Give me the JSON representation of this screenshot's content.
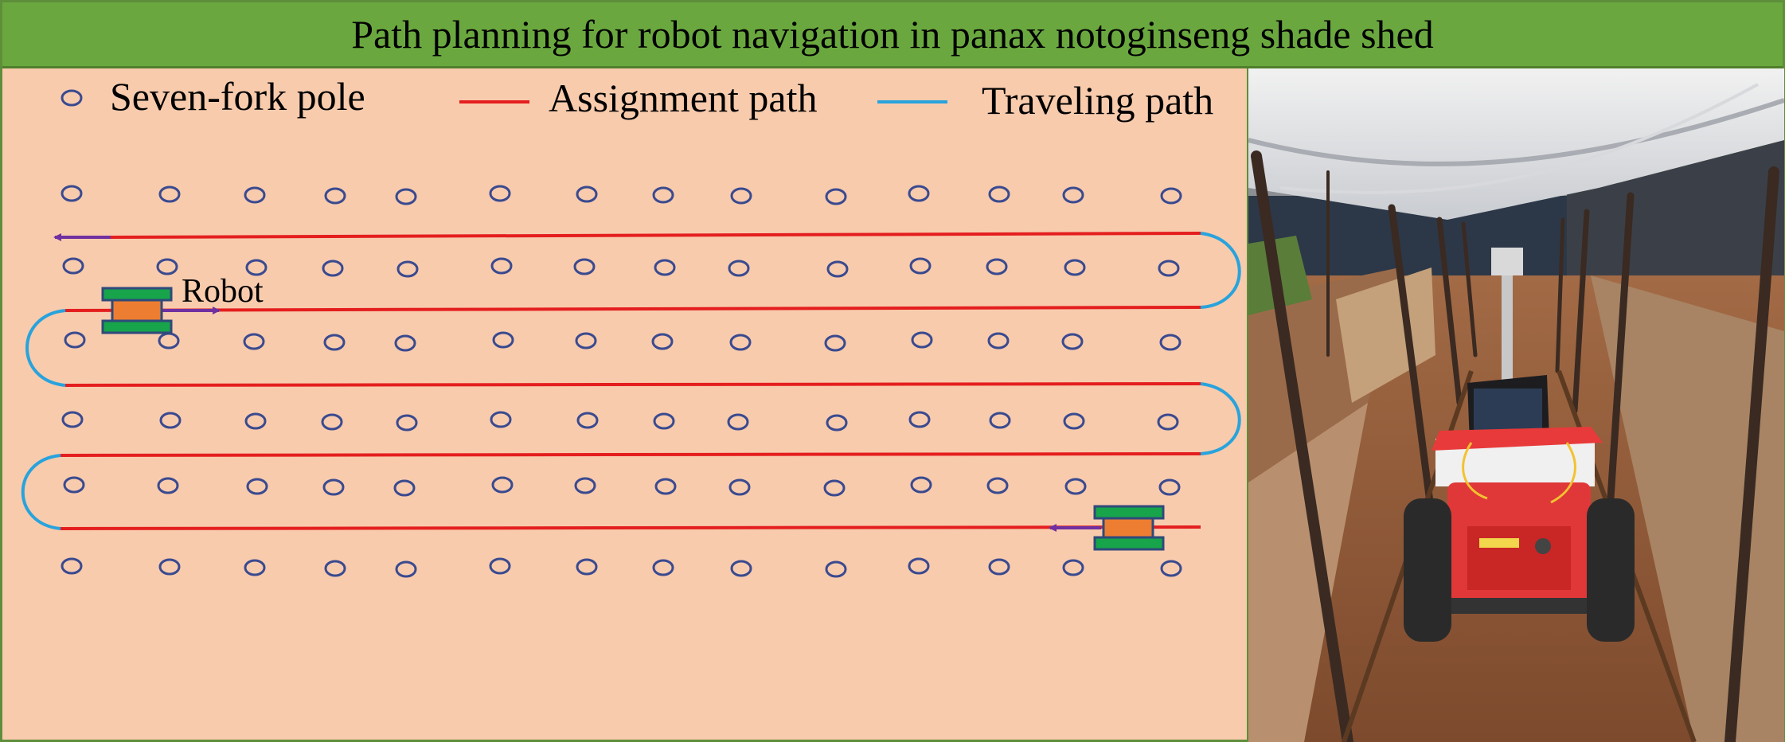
{
  "title": "Path planning for robot navigation in panax notoginseng shade shed",
  "legend": {
    "pole_label": "Seven-fork pole",
    "assignment_label": "Assignment path",
    "traveling_label": "Traveling path"
  },
  "robot_label": "Robot",
  "colors": {
    "title_bar": "#6aa83f",
    "background": "#f8cbad",
    "pole": "#3a4a8f",
    "assignment_path": "#e41e1e",
    "traveling_path": "#29a3dc",
    "direction_arrow": "#7030a0",
    "robot_body": "#ed7d31",
    "robot_tracks": "#17a44b"
  },
  "photo": {
    "description_icon": "field-robot-photo"
  }
}
